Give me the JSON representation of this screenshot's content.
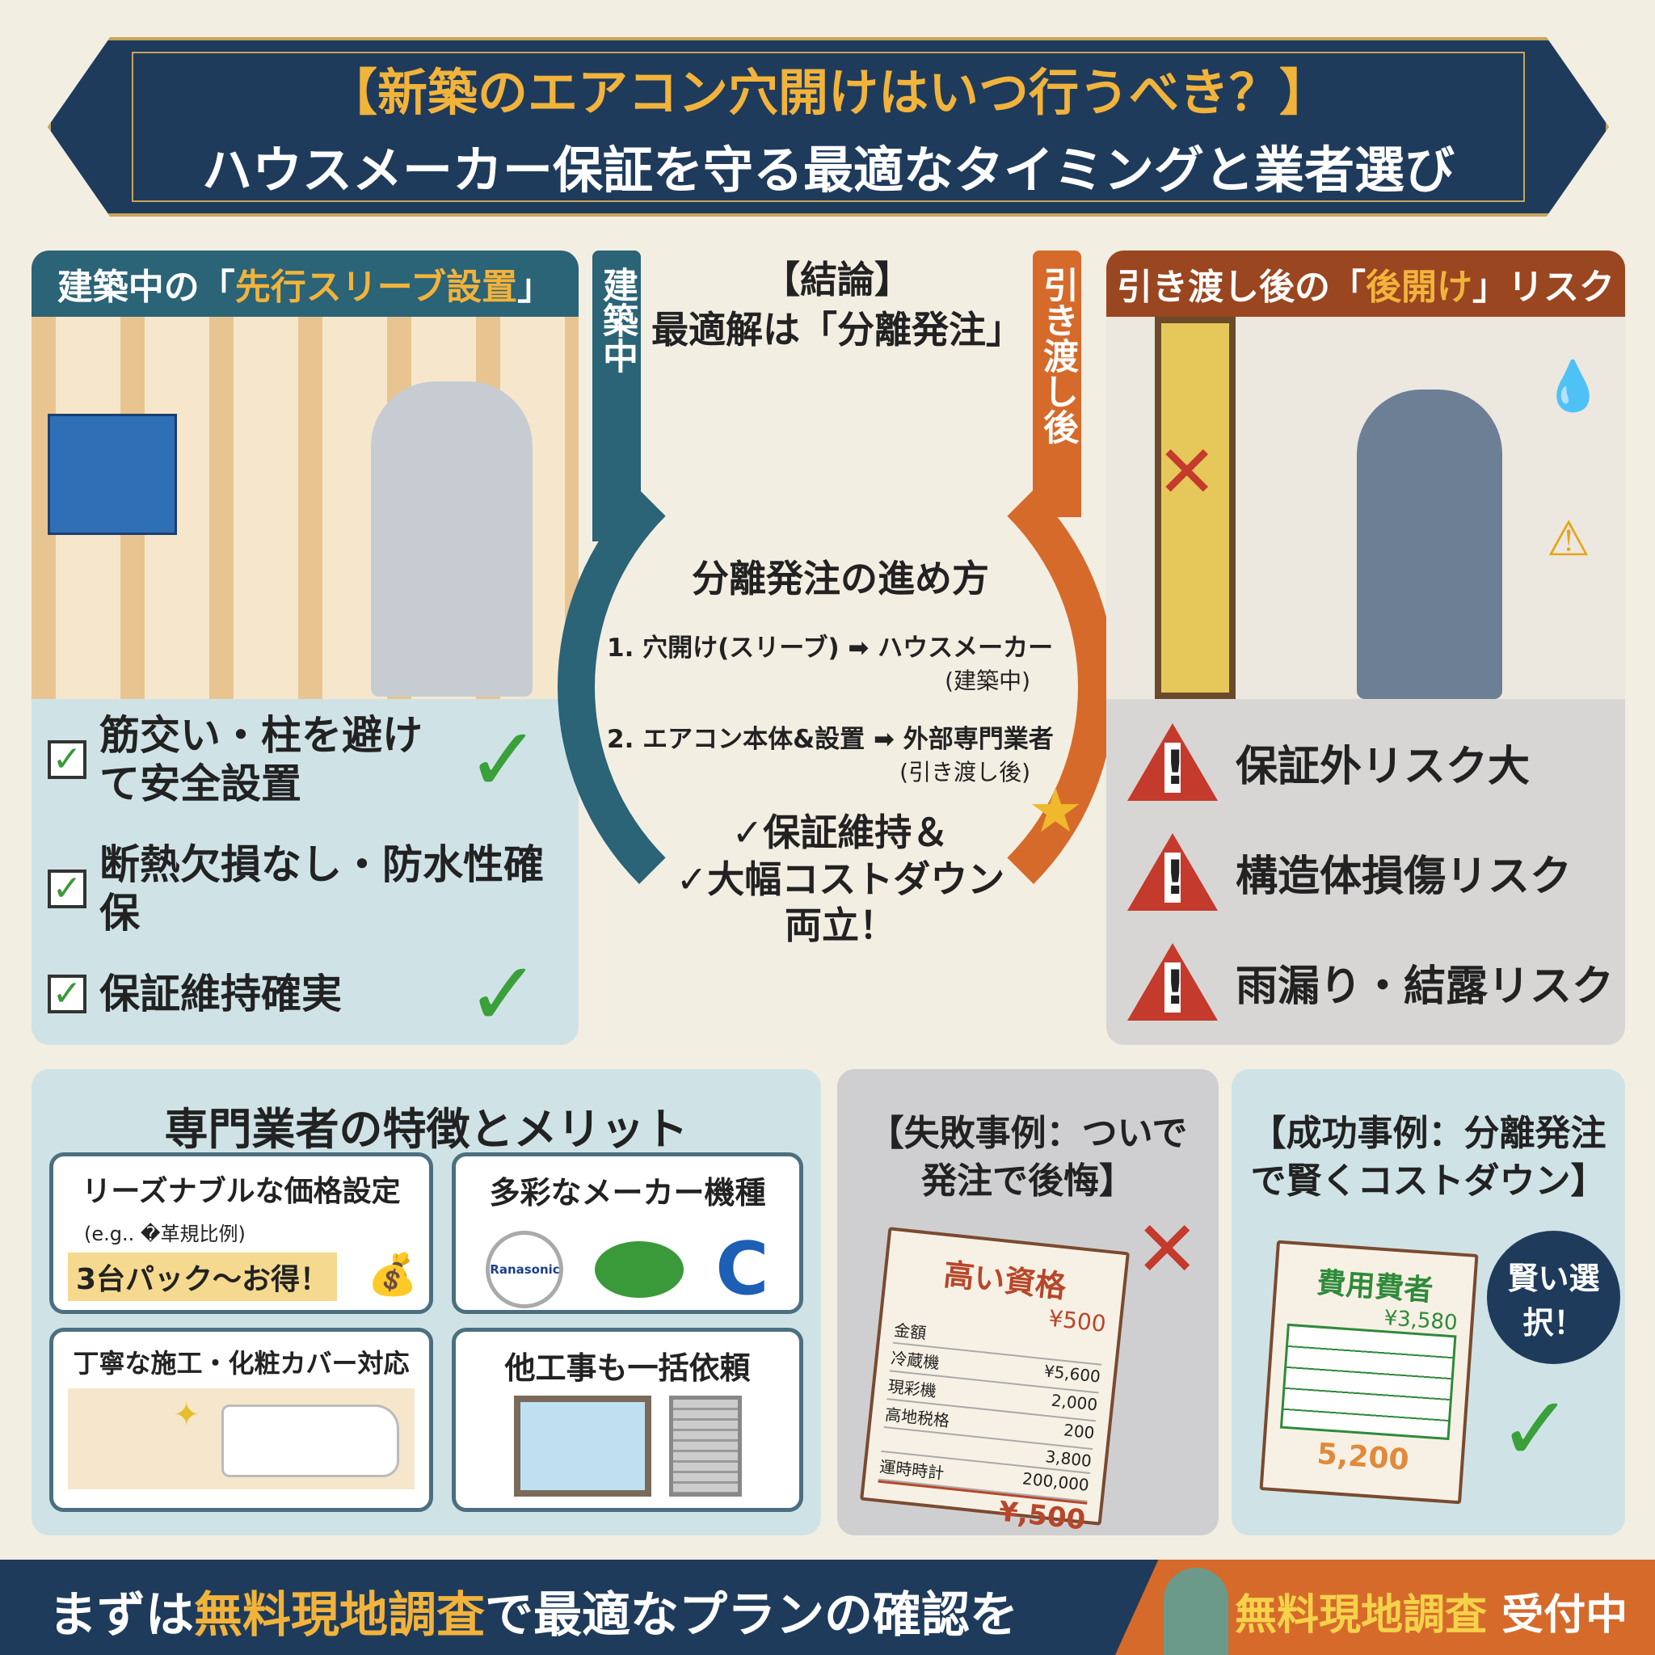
{
  "title": {
    "line1": "【新築のエアコン穴開けはいつ行うべき？】",
    "line2": "ハウスメーカー保証を守る最適なタイミングと業者選び"
  },
  "left_panel": {
    "header_pre": "建築中の「",
    "header_hl": "先行スリーブ設置",
    "header_post": "」",
    "checks": [
      "筋交い・柱を避けて安全設置",
      "断熱欠損なし・防水性確保",
      "保証維持確実"
    ]
  },
  "right_panel": {
    "header_pre": "引き渡し後の「",
    "header_hl": "後開け",
    "header_post": "」リスク",
    "risks": [
      "保証外リスク大",
      "構造体損傷リスク",
      "雨漏り・結露リスク"
    ]
  },
  "center": {
    "tab_left": "建築中",
    "tab_right": "引き渡し後",
    "conclusion_label": "【結論】",
    "conclusion": "最適解は「分離発注」",
    "flow_title": "分離発注の進め方",
    "step1": "1. 穴開け(スリーブ) ➡ ハウスメーカー",
    "step1_sub": "(建築中)",
    "step2": "2. エアコン本体&設置 ➡ 外部専門業者",
    "step2_sub": "(引き渡し後)",
    "result1": "✓保証維持＆",
    "result2": "✓大幅コストダウン",
    "result3": "両立！"
  },
  "features": {
    "title": "専門業者の特徴とメリット",
    "cards": [
      {
        "title": "リーズナブルな価格設定",
        "note": "(e.g.. �革規比例)",
        "badge": "3台パック～お得！"
      },
      {
        "title": "多彩なメーカー機種",
        "brand": "Ranasonic"
      },
      {
        "title": "丁寧な施工・化粧カバー対応"
      },
      {
        "title": "他工事も一括依頼"
      }
    ]
  },
  "fail_case": {
    "title": "【失敗事例：ついで発注で後悔】",
    "doc_title": "高い資格",
    "price_top": "¥500",
    "rows": [
      [
        "金額",
        ""
      ],
      [
        "冷蔵機",
        "¥5,600"
      ],
      [
        "現彩機",
        "2,000"
      ],
      [
        "高地税格",
        "200"
      ],
      [
        "",
        "3,800"
      ],
      [
        "運時時計",
        "200,000"
      ]
    ],
    "total": "¥,500"
  },
  "success_case": {
    "title": "【成功事例：分離発注で賢くコストダウン】",
    "doc_title": "費用費者",
    "price_top": "¥3,580",
    "total": "5,200",
    "badge": "賢い選択！"
  },
  "footer": {
    "pre": "まずは",
    "hl": "無料現地調査",
    "post": "で最適なプランの確認を",
    "cta_hl": "無料現地調査",
    "cta_post": " 受付中"
  }
}
